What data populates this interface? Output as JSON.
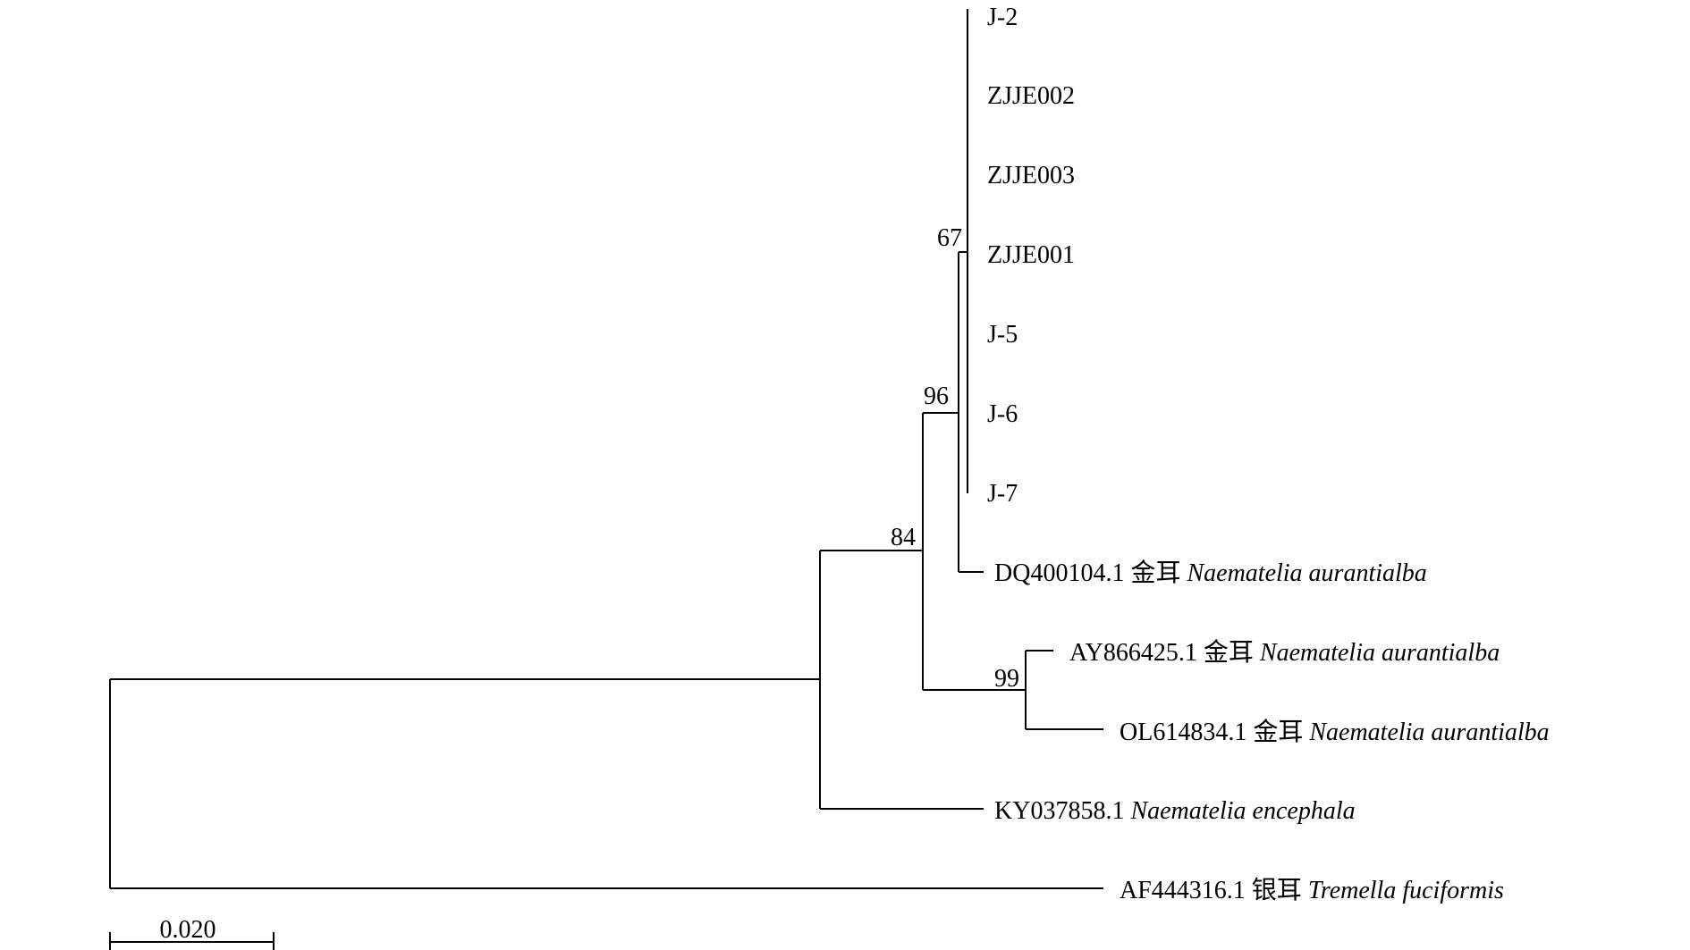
{
  "tree": {
    "leaves": [
      {
        "id": "J-2",
        "accession": "J-2",
        "chinese_name": "",
        "species": ""
      },
      {
        "id": "ZJJE002",
        "accession": "ZJJE002",
        "chinese_name": "",
        "species": ""
      },
      {
        "id": "ZJJE003",
        "accession": "ZJJE003",
        "chinese_name": "",
        "species": ""
      },
      {
        "id": "ZJJE001",
        "accession": "ZJJE001",
        "chinese_name": "",
        "species": ""
      },
      {
        "id": "J-5",
        "accession": "J-5",
        "chinese_name": "",
        "species": ""
      },
      {
        "id": "J-6",
        "accession": "J-6",
        "chinese_name": "",
        "species": ""
      },
      {
        "id": "J-7",
        "accession": "J-7",
        "chinese_name": "",
        "species": ""
      },
      {
        "id": "DQ400104",
        "accession": "DQ400104.1",
        "chinese_name": "金耳",
        "species": "Naematelia aurantialba"
      },
      {
        "id": "AY866425",
        "accession": "AY866425.1",
        "chinese_name": "金耳",
        "species": "Naematelia aurantialba"
      },
      {
        "id": "OL614834",
        "accession": "OL614834.1",
        "chinese_name": "金耳",
        "species": "Naematelia aurantialba"
      },
      {
        "id": "KY037858",
        "accession": "KY037858.1",
        "chinese_name": "",
        "species": "Naematelia encephala"
      },
      {
        "id": "AF444316",
        "accession": "AF444316.1",
        "chinese_name": "银耳",
        "species": "Tremella fuciformis"
      }
    ],
    "bootstrap": {
      "node67": "67",
      "node96": "96",
      "node84": "84",
      "node99": "99"
    },
    "scale_bar": {
      "label": "0.020",
      "value": 0.02
    }
  }
}
